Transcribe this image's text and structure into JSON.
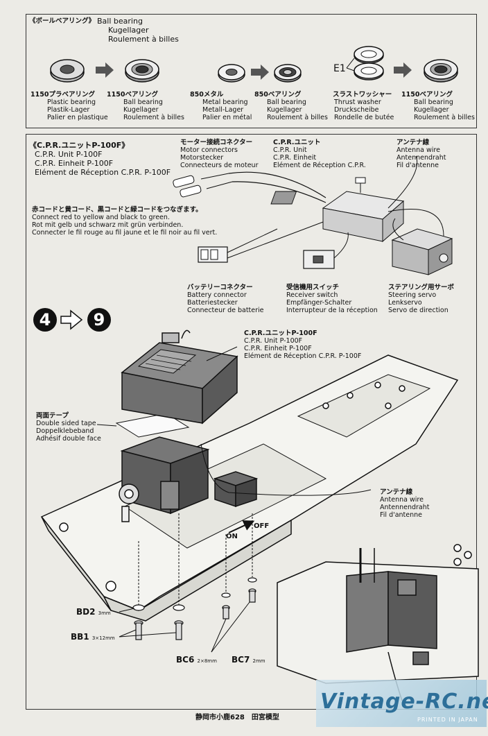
{
  "bearing_section": {
    "title_jp": "《ボールベアリング》",
    "title_lines": [
      "Ball bearing",
      "Kugellager",
      "Roulement à billes"
    ],
    "items": [
      {
        "jp": "1150プラベアリング",
        "lines": [
          "Plastic bearing",
          "Plastik-Lager",
          "Palier en plastique"
        ]
      },
      {
        "jp": "1150ベアリング",
        "lines": [
          "Ball bearing",
          "Kugellager",
          "Roulement à billes"
        ]
      },
      {
        "jp": "850メタル",
        "lines": [
          "Metal bearing",
          "Metall-Lager",
          "Palier en métal"
        ]
      },
      {
        "jp": "850ベアリング",
        "lines": [
          "Ball bearing",
          "Kugellager",
          "Roulement à billes"
        ]
      },
      {
        "jp": "スラストワッシャー",
        "lines": [
          "Thrust washer",
          "Druckscheibe",
          "Rondelle de butée"
        ]
      },
      {
        "jp": "1150ベアリング",
        "lines": [
          "Ball bearing",
          "Kugellager",
          "Roulement à billes"
        ]
      }
    ],
    "e1_label": "E1"
  },
  "cpr_section": {
    "title_jp": "《C.P.R.ユニットP-100F》",
    "title_lines": [
      "C.P.R. Unit P-100F",
      "C.P.R. Einheit P-100F",
      "Elément de Réception C.P.R. P-100F"
    ],
    "motor": {
      "jp": "モーター接続コネクター",
      "lines": [
        "Motor connectors",
        "Motorstecker",
        "Connecteurs de moteur"
      ]
    },
    "unit": {
      "jp": "C.P.R.ユニット",
      "lines": [
        "C.P.R. Unit",
        "C.P.R. Einheit",
        "Elément de Réception C.P.R."
      ]
    },
    "antenna": {
      "jp": "アンテナ線",
      "lines": [
        "Antenna wire",
        "Antennendraht",
        "Fil d'antenne"
      ]
    },
    "wiring": {
      "jp": "赤コードと黄コード、黒コードと緑コードをつなぎます。",
      "lines": [
        "Connect red to yellow and black to green.",
        "Rot mit gelb und schwarz mit grün verbinden.",
        "Connecter le fil rouge au fil jaune et le fil noir au fil vert."
      ]
    },
    "battery": {
      "jp": "バッテリーコネクター",
      "lines": [
        "Battery connector",
        "Batteriestecker",
        "Connecteur de batterie"
      ]
    },
    "switch": {
      "jp": "受信機用スイッチ",
      "lines": [
        "Receiver switch",
        "Empfänger-Schalter",
        "Interrupteur de la réception"
      ]
    },
    "servo": {
      "jp": "ステアリング用サーボ",
      "lines": [
        "Steering servo",
        "Lenkservo",
        "Servo de direction"
      ]
    }
  },
  "assembly": {
    "step_from": "4",
    "step_to": "9",
    "unit": {
      "jp": "C.P.R.ユニットP-100F",
      "lines": [
        "C.P.R. Unit P-100F",
        "C.P.R. Einheit P-100F",
        "Elément de Réception C.P.R. P-100F"
      ]
    },
    "tape": {
      "jp": "両面テープ",
      "lines": [
        "Double sided tape",
        "Doppelklebeband",
        "Adhésif double face"
      ]
    },
    "antenna": {
      "jp": "アンテナ線",
      "lines": [
        "Antenna wire",
        "Antennendraht",
        "Fil d'antenne"
      ]
    },
    "on_label": "ON",
    "off_label": "OFF",
    "parts": [
      {
        "code": "BD2",
        "size": "3mm"
      },
      {
        "code": "BB1",
        "size": "3×12mm"
      },
      {
        "code": "BC6",
        "size": "2×8mm"
      },
      {
        "code": "BC7",
        "size": "2mm"
      }
    ]
  },
  "footer": {
    "address": "静岡市小鹿628　田宮模型",
    "watermark": "Vintage-RC.net",
    "printed": "PRINTED IN JAPAN"
  }
}
